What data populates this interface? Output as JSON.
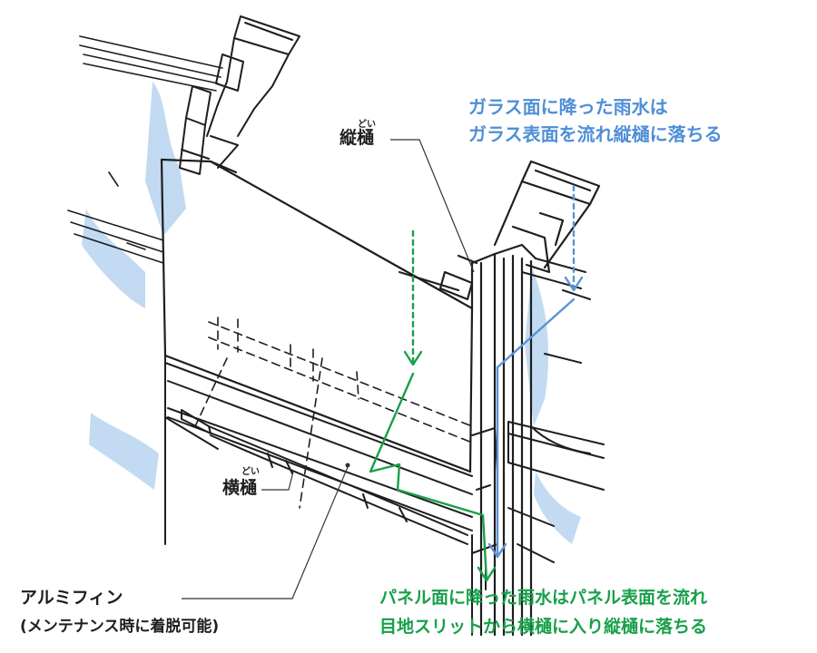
{
  "labels": {
    "tategutters": {
      "text": "縦樋",
      "ruby": "どい"
    },
    "yokogutters": {
      "text": "横樋",
      "ruby": "どい"
    },
    "alumi_fin": {
      "line1": "アルミフィン",
      "line2": "(メンテナンス時に着脱可能)"
    },
    "glass_rain": {
      "line1": "ガラス面に降った雨水は",
      "line2": "ガラス表面を流れ縦樋に落ちる"
    },
    "panel_rain": {
      "line1": "パネル面に降った雨水はパネル表面を流れ",
      "line2": "目地スリットから横樋に入り縦樋に落ちる"
    }
  },
  "colors": {
    "glass_flow": "#5b93d8",
    "panel_flow": "#18a04a",
    "ink": "#1e1e1e",
    "wall_tint": "#8fbde8"
  }
}
